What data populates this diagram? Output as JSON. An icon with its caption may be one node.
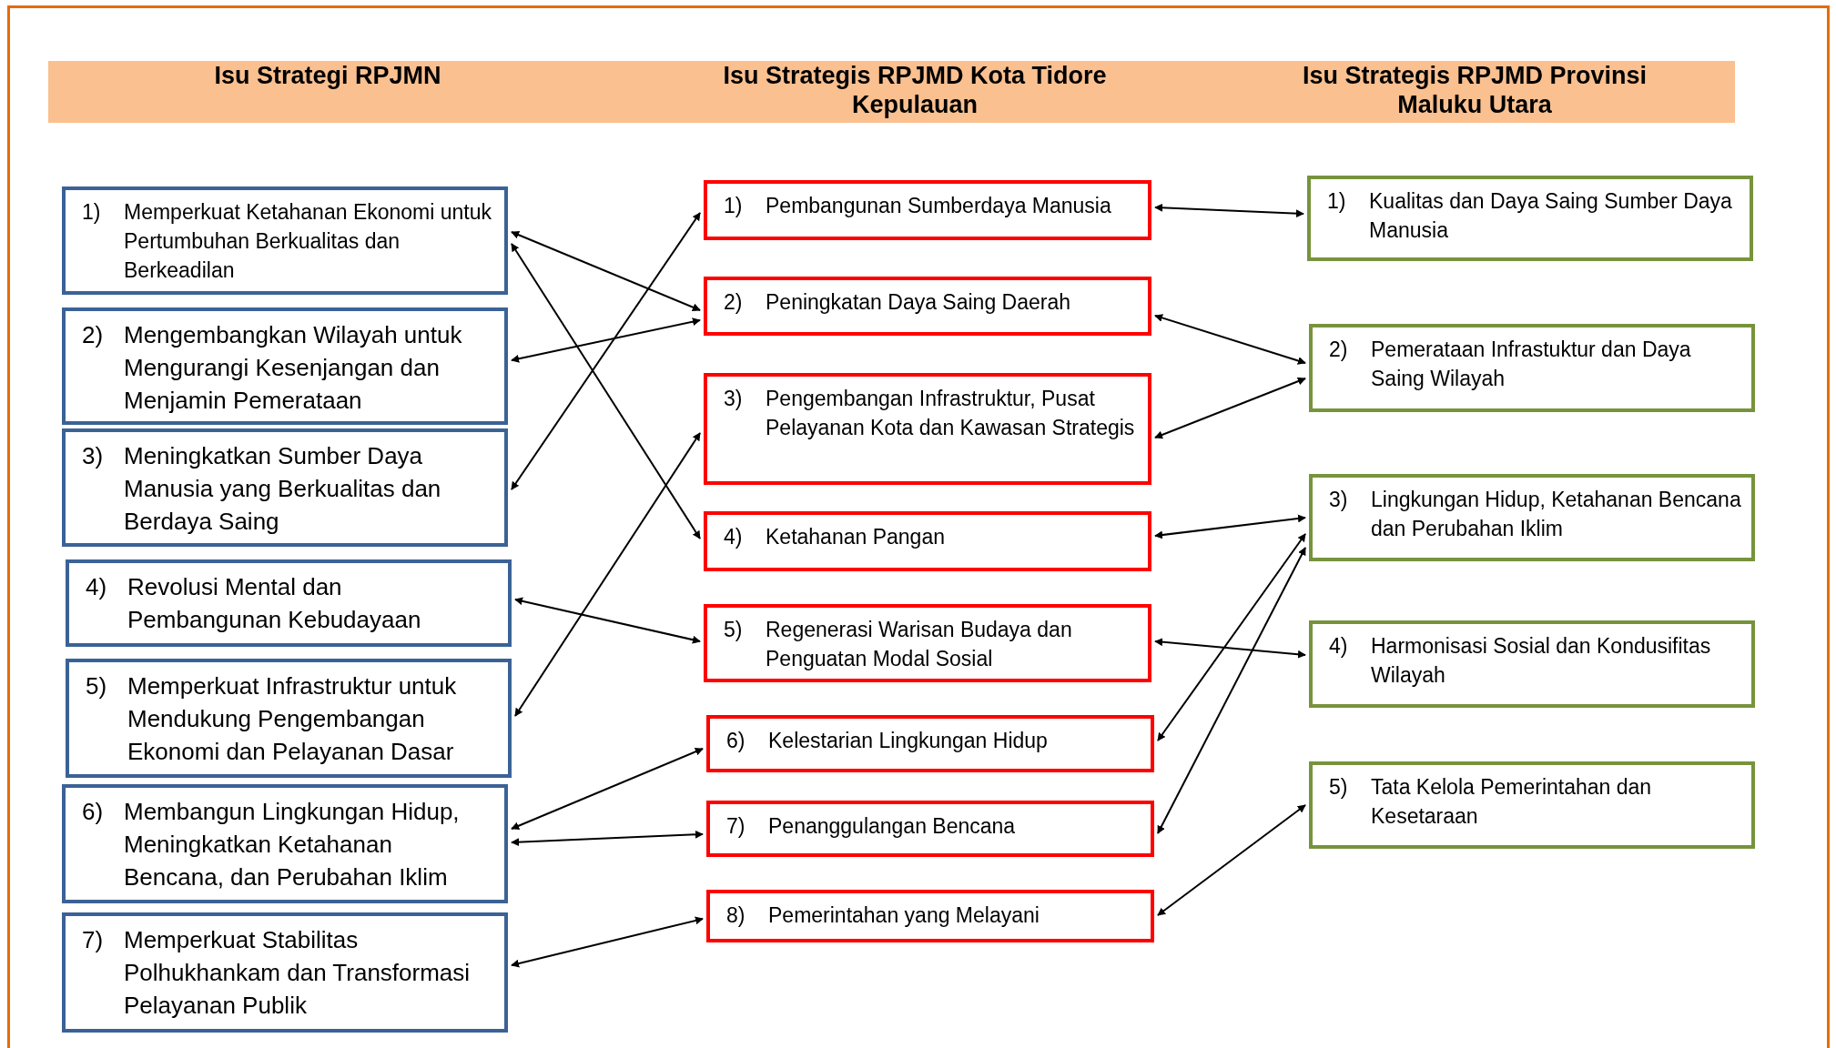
{
  "diagram": {
    "nodes": [
      {
        "text": [
          "Isu Strategi RPJMN",
          "Isu Strategis RPJMD Kota Tidore Kepulauan",
          "Isu Strategis RPJMD Provinsi Maluku Utara"
        ]
      },
      {
        "text": [
          "1)",
          "Memperkuat Ketahanan Ekonomi untuk Pertumbuhan Berkualitas dan Berkeadilan"
        ]
      },
      {
        "text": [
          "2)",
          "Mengembangkan Wilayah untuk Mengurangi Kesenjangan dan Menjamin Pemerataan"
        ]
      },
      {
        "text": [
          "3)",
          "Meningkatkan Sumber Daya Manusia yang Berkualitas dan Berdaya Saing"
        ]
      },
      {
        "text": [
          "4)",
          "Revolusi Mental dan Pembangunan Kebudayaan"
        ]
      },
      {
        "text": [
          "5)",
          "Memperkuat Infrastruktur untuk Mendukung Pengembangan Ekonomi dan Pelayanan Dasar"
        ]
      },
      {
        "text": [
          "6)",
          "Membangun Lingkungan Hidup, Meningkatkan Ketahanan Bencana, dan Perubahan Iklim"
        ]
      },
      {
        "text": [
          "7)",
          "Memperkuat Stabilitas Polhukhankam dan Transformasi Pelayanan Publik"
        ]
      },
      {
        "text": [
          "1)",
          "Pembangunan Sumberdaya Manusia"
        ]
      },
      {
        "text": [
          "2)",
          "Peningkatan Daya Saing Daerah"
        ]
      },
      {
        "text": [
          "3)",
          "Pengembangan Infrastruktur, Pusat Pelayanan Kota dan Kawasan Strategis"
        ]
      },
      {
        "text": [
          "4)",
          "Ketahanan Pangan"
        ]
      },
      {
        "text": [
          "5)",
          "Regenerasi Warisan Budaya dan Penguatan Modal Sosial"
        ]
      },
      {
        "text": [
          "6)",
          "Kelestarian Lingkungan Hidup"
        ]
      },
      {
        "text": [
          "7)",
          "Penanggulangan Bencana"
        ]
      },
      {
        "text": [
          "8)",
          "Pemerintahan yang Melayani"
        ]
      },
      {
        "text": [
          "1)",
          "Kualitas dan Daya Saing Sumber Daya Manusia"
        ]
      },
      {
        "text": [
          "2)",
          "Pemerataan Infrastuktur dan Daya Saing Wilayah"
        ]
      },
      {
        "text": [
          "3)",
          "Lingkungan Hidup, Ketahanan Bencana dan Perubahan Iklim"
        ]
      },
      {
        "text": [
          "4)",
          "Harmonisasi Sosial dan Kondusifitas Wilayah"
        ]
      },
      {
        "text": [
          "5)",
          "Tata Kelola Pemerintahan dan Kesetaraan"
        ]
      }
    ],
    "edges": [
      {
        "from": 1,
        "to": 9,
        "arrow": "both"
      },
      {
        "from": 1,
        "to": 11,
        "arrow": "both"
      },
      {
        "from": 2,
        "to": 9,
        "arrow": "both"
      },
      {
        "from": 3,
        "to": 8,
        "arrow": "both"
      },
      {
        "from": 4,
        "to": 12,
        "arrow": "both"
      },
      {
        "from": 5,
        "to": 10,
        "arrow": "both"
      },
      {
        "from": 6,
        "to": 13,
        "arrow": "both"
      },
      {
        "from": 6,
        "to": 14,
        "arrow": "both"
      },
      {
        "from": 7,
        "to": 15,
        "arrow": "both"
      },
      {
        "from": 8,
        "to": 16,
        "arrow": "both"
      },
      {
        "from": 9,
        "to": 17,
        "arrow": "both"
      },
      {
        "from": 10,
        "to": 17,
        "arrow": "both"
      },
      {
        "from": 11,
        "to": 18,
        "arrow": "both"
      },
      {
        "from": 13,
        "to": 18,
        "arrow": "both"
      },
      {
        "from": 14,
        "to": 18,
        "arrow": "both"
      },
      {
        "from": 12,
        "to": 19,
        "arrow": "both"
      },
      {
        "from": 15,
        "to": 20,
        "arrow": "both"
      }
    ]
  }
}
